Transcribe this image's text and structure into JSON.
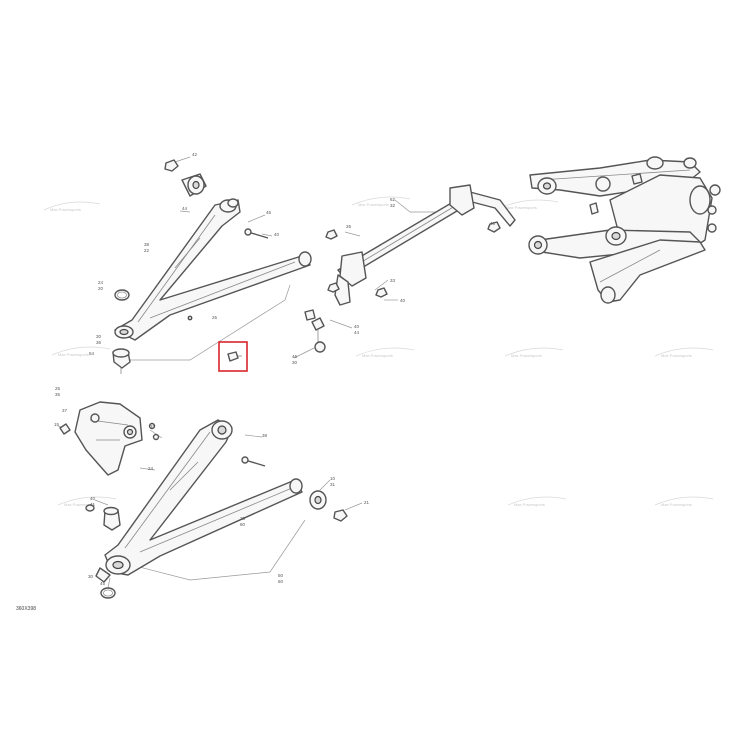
{
  "diagram": {
    "code": "360X398",
    "highlight_color": "#d8262b",
    "watermark_text": "Max Powersports",
    "callouts": [
      "42",
      "44",
      "45",
      "40",
      "38",
      "22",
      "24",
      "20",
      "25",
      "30",
      "36",
      "54",
      "25",
      "35",
      "37",
      "38",
      "24",
      "28",
      "80",
      "40",
      "41",
      "30",
      "45",
      "50",
      "60",
      "62",
      "32",
      "33",
      "40",
      "26",
      "40",
      "44",
      "46",
      "30",
      "48",
      "10",
      "31",
      "21",
      "31",
      "15"
    ]
  }
}
